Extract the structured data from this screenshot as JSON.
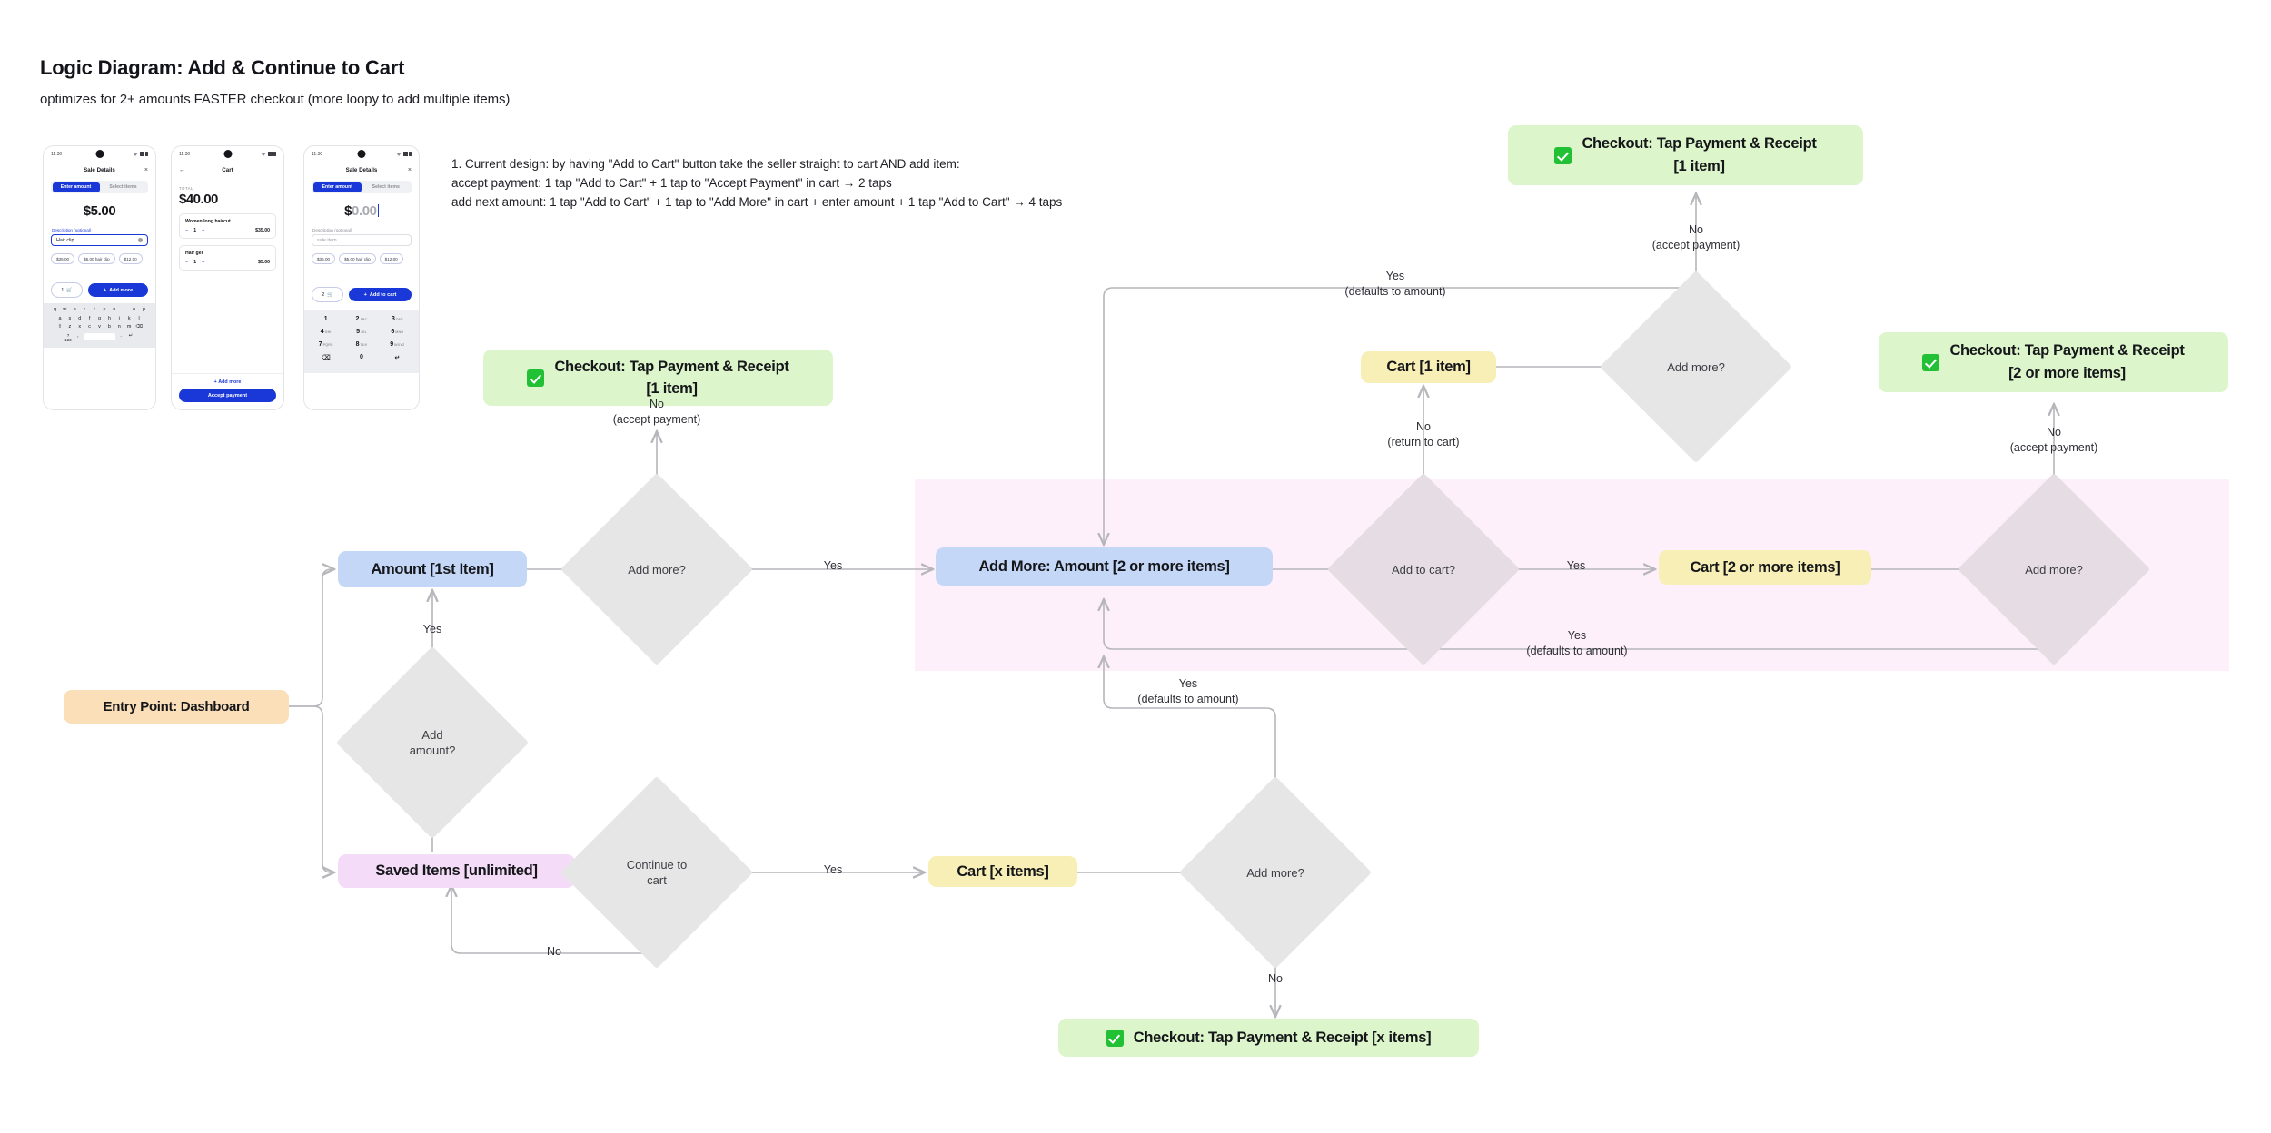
{
  "header": {
    "title": "Logic Diagram: Add & Continue to Cart",
    "subtitle": "optimizes for 2+ amounts FASTER checkout (more loopy to add multiple items)"
  },
  "notes": {
    "line1": "1. Current design: by having \"Add to Cart\" button take the seller straight to cart AND add item:",
    "line2": "accept payment: 1 tap \"Add to Cart\" + 1 tap to \"Accept Payment\" in cart → 2 taps",
    "line3": "add next amount: 1 tap \"Add to Cart\" + 1 tap to \"Add More\" in cart + enter amount + 1 tap \"Add to Cart\" → 4 taps"
  },
  "mockups": [
    {
      "id": "sale-details-5",
      "status_time": "11:30",
      "screen_title": "Sale Details",
      "close_icon": "×",
      "segmented": {
        "active": "Enter amount",
        "inactive": "Select items"
      },
      "amount": "$5.00",
      "field_label": "Description (optional)",
      "field_value": "Hair clip",
      "chips": [
        "$35.00",
        "$5.00 hair clip",
        "$12.00"
      ],
      "qty": "1",
      "cta": "Add more",
      "keyboard_rows": [
        "q w e r t y u i o p",
        "a s d f g h j k l",
        "z x c v b n m"
      ],
      "keyboard_num": "?123"
    },
    {
      "id": "cart-40",
      "status_time": "11:30",
      "screen_title": "Cart",
      "back_icon": "←",
      "total_label": "TOTAL",
      "total": "$40.00",
      "items": [
        {
          "name": "Women long haircut",
          "qty": "1",
          "price": "$35.00"
        },
        {
          "name": "Hair gel",
          "qty": "1",
          "price": "$5.00"
        }
      ],
      "add_more": "Add more",
      "pay_button": "Accept payment"
    },
    {
      "id": "sale-details-0",
      "status_time": "11:30",
      "screen_title": "Sale Details",
      "close_icon": "×",
      "segmented": {
        "active": "Enter amount",
        "inactive": "Select items"
      },
      "amount_symbol": "$",
      "amount_value": "0.00",
      "field_label": "Description (optional)",
      "field_placeholder": "sale item",
      "chips": [
        "$35.00",
        "$5.00 hair clip",
        "$12.00"
      ],
      "qty": "2",
      "cta": "Add to cart",
      "numpad": [
        {
          "d": "1",
          "s": ""
        },
        {
          "d": "2",
          "s": "ABC"
        },
        {
          "d": "3",
          "s": "DEF"
        },
        {
          "d": "4",
          "s": "GHI"
        },
        {
          "d": "5",
          "s": "JKL"
        },
        {
          "d": "6",
          "s": "MNO"
        },
        {
          "d": "7",
          "s": "PQRS"
        },
        {
          "d": "8",
          "s": "TUV"
        },
        {
          "d": "9",
          "s": "WXYZ"
        },
        {
          "d": "⌫",
          "s": ""
        },
        {
          "d": "0",
          "s": ""
        },
        {
          "d": "↵",
          "s": ""
        }
      ]
    }
  ],
  "chart_data": {
    "type": "diagram",
    "title": "Logic Diagram: Add & Continue to Cart",
    "nodes": [
      {
        "id": "entry",
        "label": "Entry Point: Dashboard",
        "shape": "pill",
        "color": "#fbdfb8"
      },
      {
        "id": "amount1",
        "label": "Amount [1st Item]",
        "shape": "pill",
        "color": "#c4d7f7"
      },
      {
        "id": "saved",
        "label": "Saved Items [unlimited]",
        "shape": "pill",
        "color": "#f4dbf7"
      },
      {
        "id": "addmore1",
        "label": "Add more?",
        "shape": "diamond",
        "color": "#e6e6e6"
      },
      {
        "id": "addamount",
        "label": "Add\namount?",
        "shape": "diamond",
        "color": "#e6e6e6"
      },
      {
        "id": "continuecart",
        "label": "Continue to\ncart",
        "shape": "diamond",
        "color": "#e6e6e6"
      },
      {
        "id": "addmore2",
        "label": "Add more?",
        "shape": "diamond",
        "color": "#e6e6e6"
      },
      {
        "id": "addtocart",
        "label": "Add to cart?",
        "shape": "diamond",
        "color": "#e5dde3"
      },
      {
        "id": "addmore3",
        "label": "Add more?",
        "shape": "diamond",
        "color": "#e6e6e6"
      },
      {
        "id": "addmore4",
        "label": "Add more?",
        "shape": "diamond",
        "color": "#e5dde3"
      },
      {
        "id": "addmorebot",
        "label": "Add more?",
        "shape": "diamond",
        "color": "#e6e6e6"
      },
      {
        "id": "cart1",
        "label": "Cart [1 item]",
        "shape": "pill",
        "color": "#f8efb7"
      },
      {
        "id": "cart2",
        "label": "Cart [2 or more items]",
        "shape": "pill",
        "color": "#f8efb7"
      },
      {
        "id": "cartx",
        "label": "Cart [x items]",
        "shape": "pill",
        "color": "#f8efb7"
      },
      {
        "id": "addmoreamt",
        "label": "Add More: Amount [2 or more items]",
        "shape": "pill",
        "color": "#c4d7f7"
      },
      {
        "id": "checkout1a",
        "label": "Checkout: Tap Payment & Receipt\n[1 item]",
        "shape": "pill",
        "color": "#dcf5cb",
        "icon": "check-icon"
      },
      {
        "id": "checkout1b",
        "label": "Checkout: Tap Payment & Receipt\n[1 item]",
        "shape": "pill",
        "color": "#dcf5cb",
        "icon": "check-icon"
      },
      {
        "id": "checkout2",
        "label": "Checkout: Tap Payment & Receipt\n[2 or more items]",
        "shape": "pill",
        "color": "#dcf5cb",
        "icon": "check-icon"
      },
      {
        "id": "checkoutx",
        "label": "Checkout: Tap Payment & Receipt [x items]",
        "shape": "pill",
        "color": "#dcf5cb",
        "icon": "check-icon"
      }
    ],
    "edge_labels": [
      {
        "id": "e1",
        "main": "No",
        "sub": "(accept payment)"
      },
      {
        "id": "e2",
        "main": "Yes",
        "sub": ""
      },
      {
        "id": "e3",
        "main": "Yes",
        "sub": ""
      },
      {
        "id": "e4",
        "main": "Yes",
        "sub": "(defaults to amount)"
      },
      {
        "id": "e5",
        "main": "No",
        "sub": "(accept payment)"
      },
      {
        "id": "e6",
        "main": "No",
        "sub": "(return to cart)"
      },
      {
        "id": "e7",
        "main": "Yes",
        "sub": ""
      },
      {
        "id": "e8",
        "main": "No",
        "sub": "(accept payment)"
      },
      {
        "id": "e9",
        "main": "Yes",
        "sub": "(defaults to amount)"
      },
      {
        "id": "e10",
        "main": "Yes",
        "sub": "(defaults to amount)"
      },
      {
        "id": "e11",
        "main": "Yes",
        "sub": ""
      },
      {
        "id": "e12",
        "main": "No",
        "sub": ""
      },
      {
        "id": "e13",
        "main": "No",
        "sub": ""
      }
    ]
  }
}
